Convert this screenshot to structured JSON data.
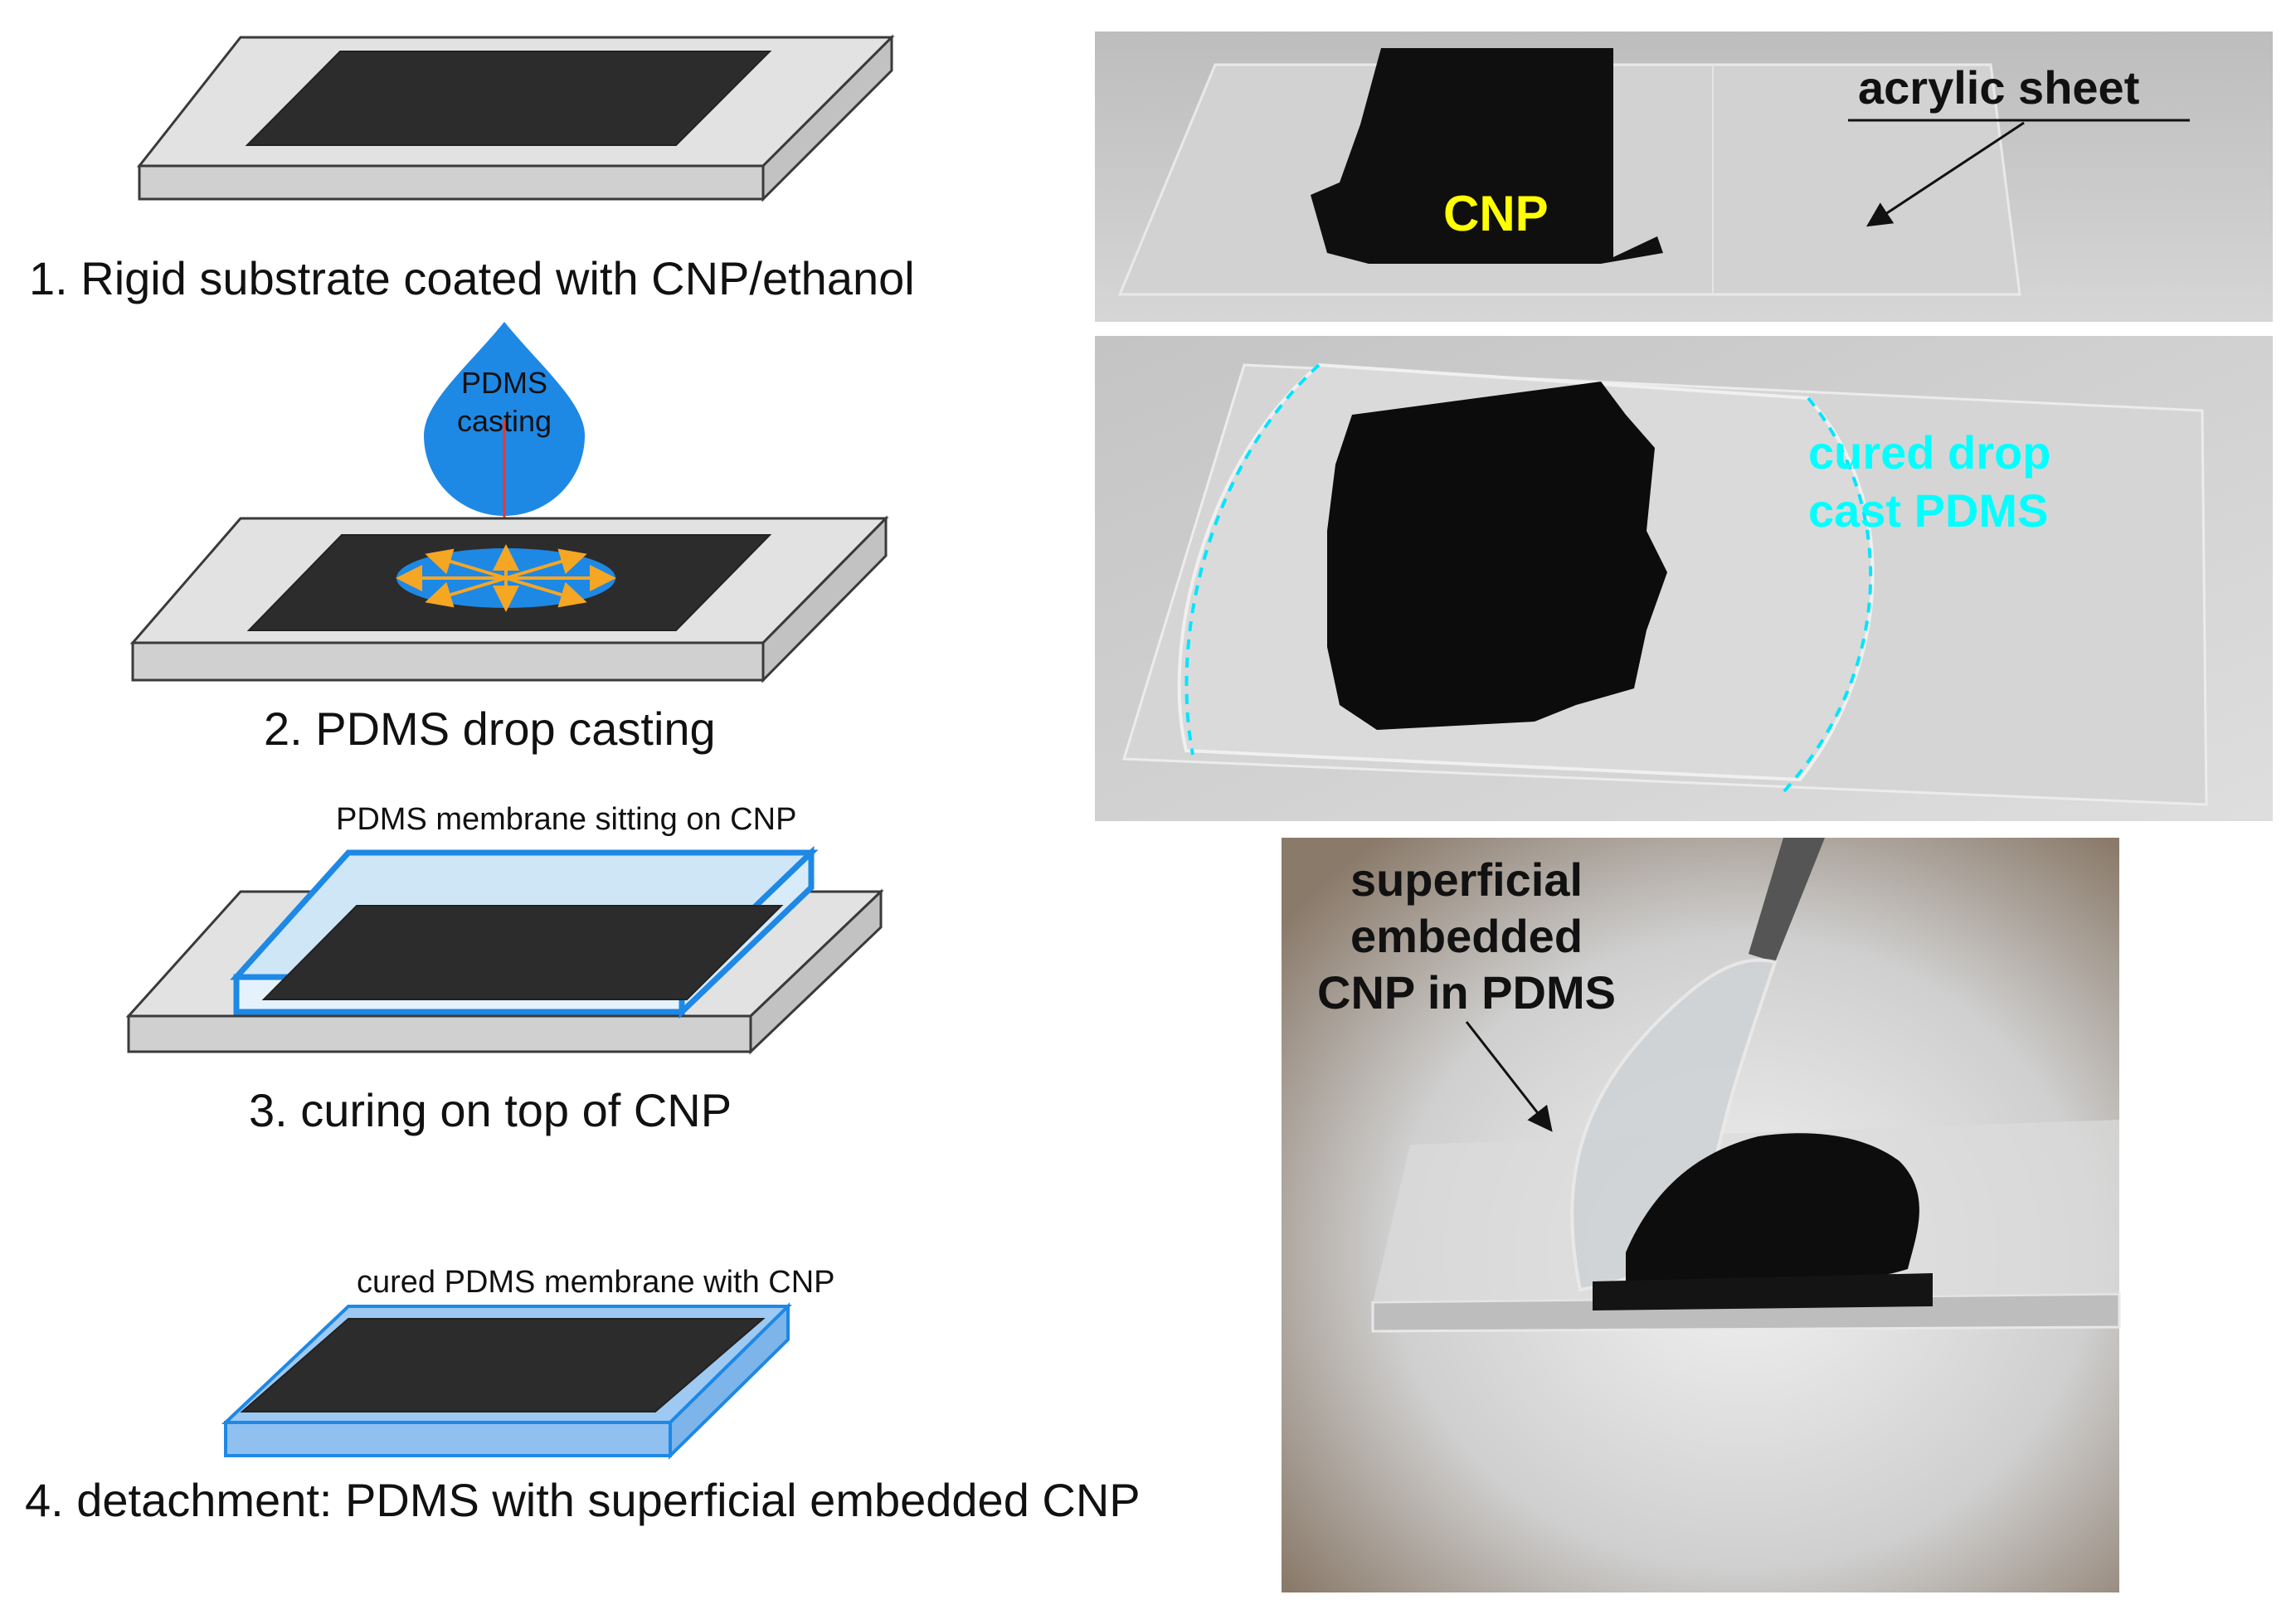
{
  "colors": {
    "substrate_top": "#e2e2e2",
    "substrate_side": "#cfcfcf",
    "outline": "#3a3a3a",
    "cnp": "#2c2c2c",
    "pdms_drop": "#1e88e5",
    "pdms_light": "#cfe6f7",
    "pdms_edge": "#1e88e5",
    "arrow_orange": "#f5a623",
    "red_line": "#e53935",
    "photo_bg": "#c9c9c9",
    "label_yellow": "#ffff00",
    "label_cyan": "#00ffff"
  },
  "steps": [
    {
      "label": "1. Rigid substrate coated with CNP/ethanol"
    },
    {
      "label": "2. PDMS drop casting",
      "drop_text_1": "PDMS",
      "drop_text_2": "casting"
    },
    {
      "label": "3. curing on top of CNP",
      "caption": "PDMS membrane sitting on CNP"
    },
    {
      "label": "4. detachment: PDMS with superficial embedded CNP",
      "caption": "cured PDMS membrane with CNP"
    }
  ],
  "photos": {
    "top": {
      "label_acrylic": "acrylic sheet",
      "label_cnp": "CNP"
    },
    "middle": {
      "label_line1": "cured drop",
      "label_line2": "cast PDMS"
    },
    "bottom": {
      "label_line1": "superficial",
      "label_line2": "embedded",
      "label_line3": "CNP in PDMS"
    }
  }
}
